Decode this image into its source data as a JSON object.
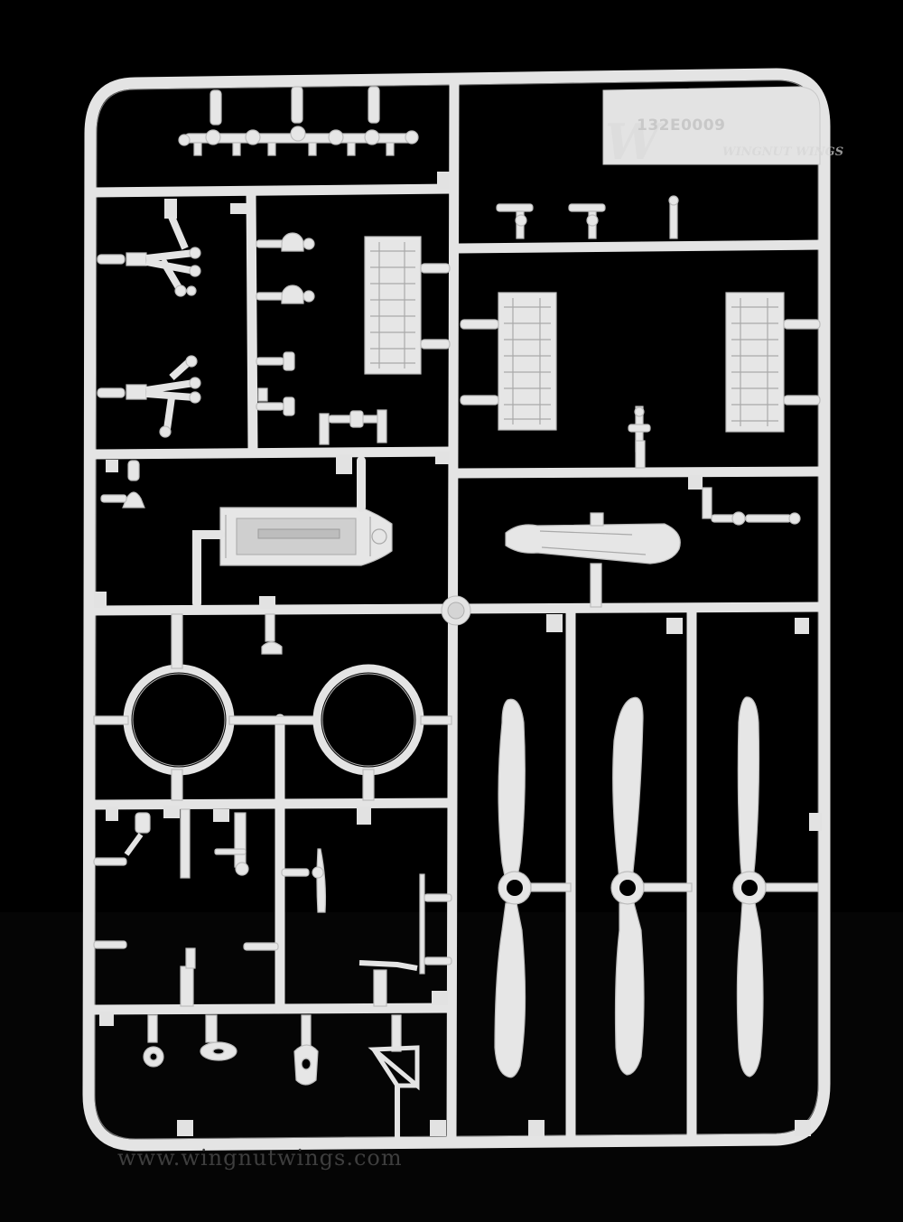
{
  "sprue": {
    "part_code": "132E0009",
    "brand_logo": "WINGNUT WINGS"
  },
  "watermark": "www.wingnutwings.com",
  "colors": {
    "background": "#000000",
    "plastic": "#e6e6e6",
    "plastic_edge": "#bdbdbd"
  }
}
